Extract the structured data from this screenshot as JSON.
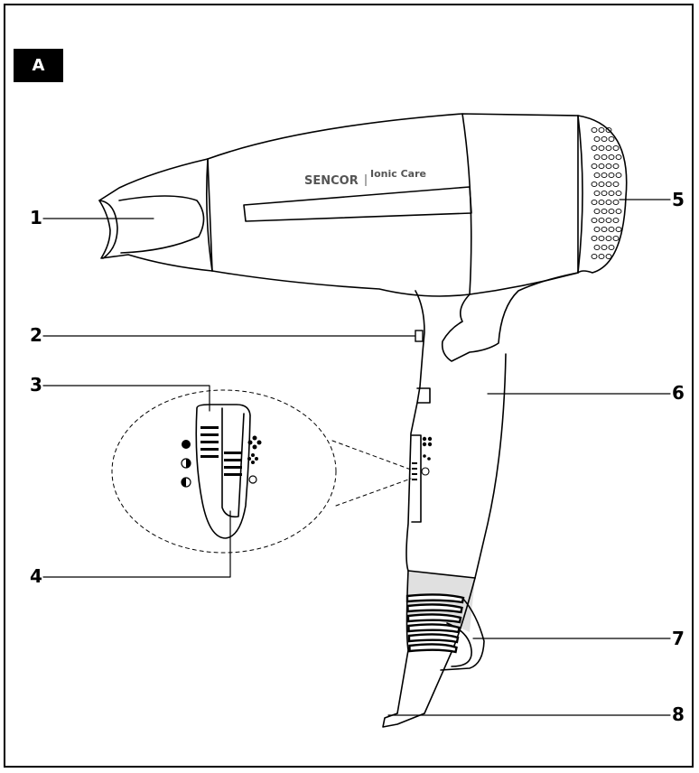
{
  "figure": {
    "panel_label": "A",
    "brand_name": "SENCOR",
    "product_line": "Ionic Care",
    "callouts": [
      "1",
      "2",
      "3",
      "4",
      "5",
      "6",
      "7",
      "8"
    ],
    "colors": {
      "ink": "#000000",
      "paper": "#ffffff",
      "grip_gray": "#d8d8d8"
    },
    "icons": [
      "fan-high-icon",
      "fan-low-icon",
      "circle-off-icon",
      "heat-full-icon",
      "heat-half-icon",
      "heat-low-icon"
    ]
  }
}
